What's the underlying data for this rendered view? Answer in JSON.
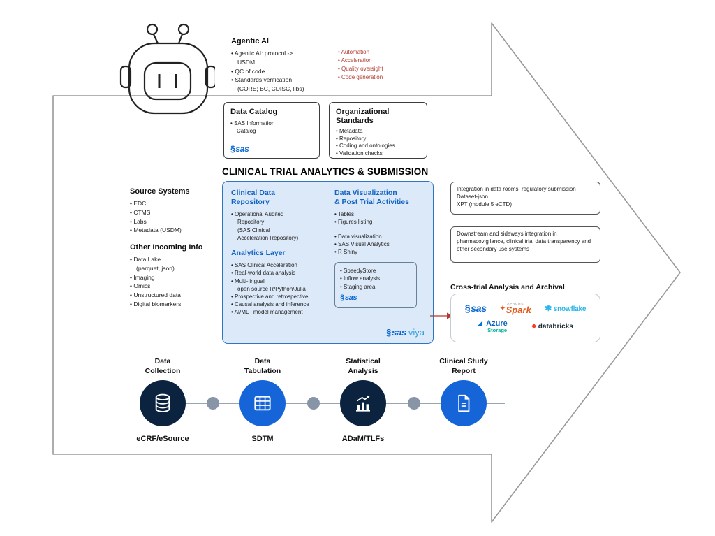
{
  "agentic": {
    "title": "Agentic AI",
    "bullets": [
      "Agentic AI: protocol ->\nUSDM",
      "QC of code",
      "Standards verification\n(CORE; BC, CDISC, libs)"
    ],
    "highlights": [
      "Automation",
      "Acceleration",
      "Quality oversight",
      "Code generation"
    ]
  },
  "data_catalog": {
    "title": "Data Catalog",
    "bullets": [
      "SAS Information\nCatalog"
    ],
    "logo": "sas"
  },
  "org_standards": {
    "title": "Organizational\nStandards",
    "bullets": [
      "Metadata",
      "Repository",
      "Coding and ontologies",
      "Validation checks"
    ]
  },
  "main_title": "CLINICAL TRIAL ANALYTICS & SUBMISSION",
  "source_systems": {
    "title": "Source Systems",
    "bullets": [
      "EDC",
      "CTMS",
      "Labs",
      "Metadata (USDM)"
    ]
  },
  "other_incoming": {
    "title": "Other Incoming Info",
    "bullets": [
      "Data Lake\n(parquet, json)",
      "Imaging",
      "Omics",
      "Unstructured data",
      "Digital biomarkers"
    ]
  },
  "repository": {
    "title": "Clinical Data\nRepository",
    "bullets": [
      "Operational Audited\nRepository\n(SAS Clinical\nAcceleration Repository)"
    ]
  },
  "analytics": {
    "title": "Analytics Layer",
    "bullets": [
      "SAS Clinical Acceleration",
      "Real-world data analysis",
      "Multi-lingual\nopen source R/Python/Julia",
      "Prospective and retrospective",
      "Causal analysis and inference",
      "AI/ML : model management"
    ]
  },
  "dataviz": {
    "title": "Data Visualization\n& Post Trial Activities",
    "bullets_a": [
      "Tables",
      "Figures listing"
    ],
    "bullets_b": [
      "Data visualization",
      "SAS Visual Analytics",
      "R Shiny"
    ],
    "store_bullets": [
      "SpeedyStore",
      "Inflow analysis",
      "Staging area"
    ],
    "store_logo": "sas"
  },
  "viya_logo": {
    "sas": "sas",
    "viya": "viya"
  },
  "integration_notes": [
    "Integration in data rooms, regulatory submission\nDataset-json\nXPT (module 5 eCTD)",
    "Downstream and sideways integration in pharmacovigilance, clinical trial data transparency and other secondary use systems"
  ],
  "cross_trial": {
    "title": "Cross-trial Analysis and Archival",
    "logos": {
      "sas": "sas",
      "spark_small": "APACHE",
      "spark": "Spark",
      "snowflake": "snowflake",
      "azure": "Azure",
      "azure_sub": "Storage",
      "databricks": "databricks"
    }
  },
  "pipeline": {
    "stages": [
      {
        "label": "Data\nCollection",
        "sublabel": "eCRF/eSource",
        "icon": "database-icon",
        "color": "#0c2340"
      },
      {
        "label": "Data\nTabulation",
        "sublabel": "SDTM",
        "icon": "table-icon",
        "color": "#1565d8"
      },
      {
        "label": "Statistical\nAnalysis",
        "sublabel": "ADaM/TLFs",
        "icon": "bar-chart-icon",
        "color": "#0c2340"
      },
      {
        "label": "Clinical Study\nReport",
        "sublabel": "",
        "icon": "document-icon",
        "color": "#1565d8"
      }
    ]
  },
  "colors": {
    "accent_blue": "#1464c4",
    "central_box_fill": "#dce9f8",
    "highlight_red": "#b03a2e",
    "navy": "#0c2340",
    "bright_blue": "#1565d8",
    "sas_blue": "#0766d1",
    "spark_orange": "#e25a1c",
    "snowflake_blue": "#29b5e8",
    "azure_blue": "#0078d4",
    "databricks_red": "#ff3621"
  }
}
